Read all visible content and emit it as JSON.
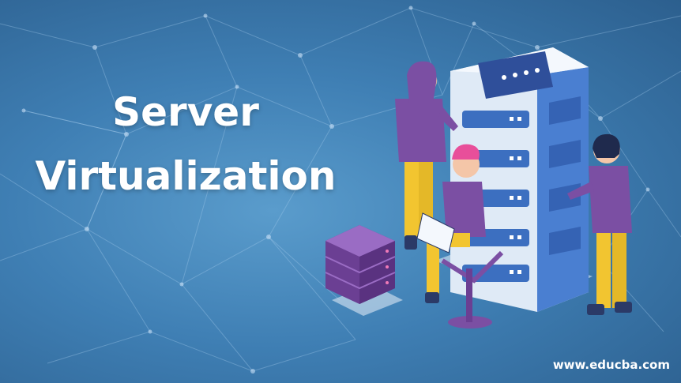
{
  "banner": {
    "title_line1": "Server",
    "title_line2": "Virtualization",
    "website": "www.educba.com"
  },
  "colors": {
    "background": "#3f7fb4",
    "server_body": "#dfeaf6",
    "server_side": "#4a7fd1",
    "server_slot": "#3c6fc0",
    "purple": "#7b4fa3",
    "yellow": "#f2c530",
    "hair_pink": "#e84f9a",
    "text": "#ffffff"
  }
}
